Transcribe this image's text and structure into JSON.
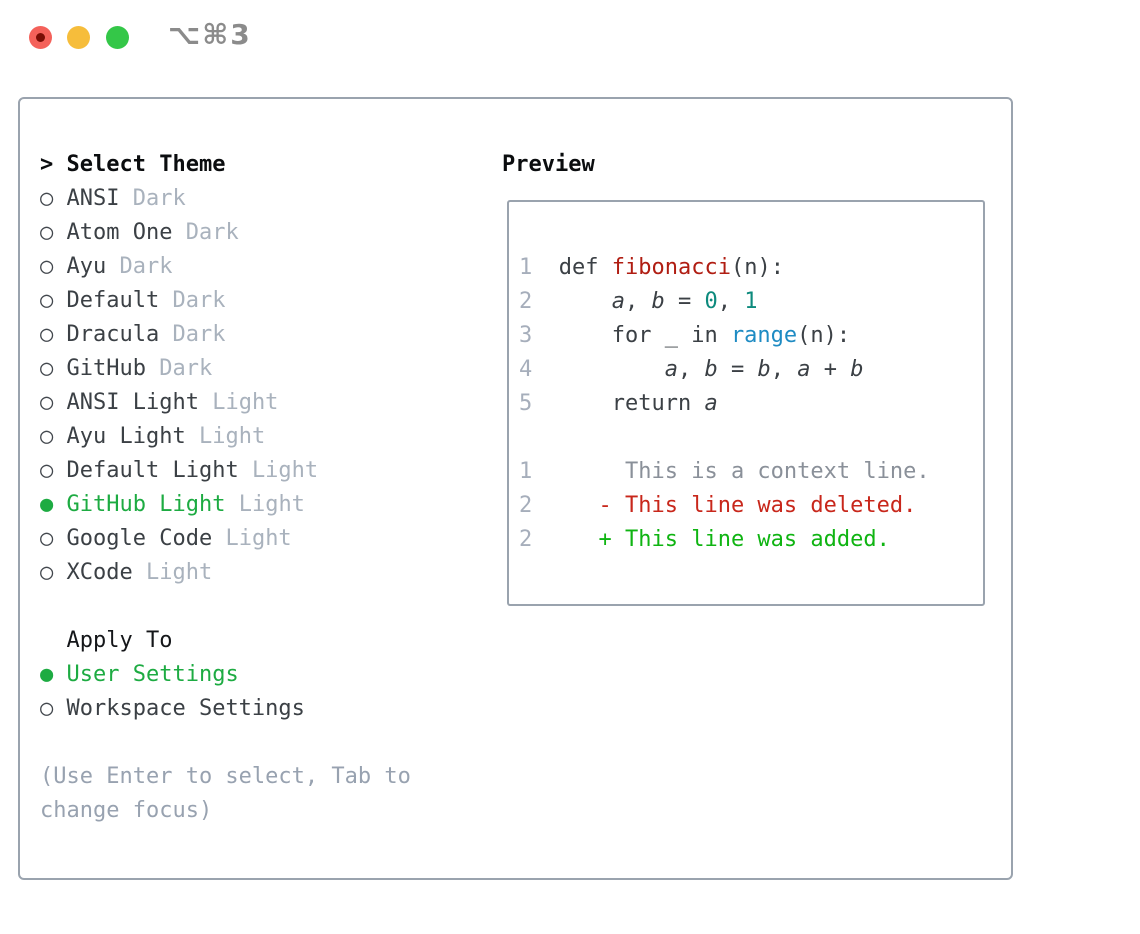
{
  "window": {
    "title": "⌥⌘3",
    "traffic_lights": [
      "close",
      "minimize",
      "zoom"
    ]
  },
  "icons": {
    "radio_unselected": "○",
    "radio_selected": "●",
    "focus_caret": ">"
  },
  "theme_panel": {
    "header_prefix": ">",
    "header": "Select Theme",
    "themes": [
      {
        "name": "ANSI",
        "variant": "Dark",
        "selected": false
      },
      {
        "name": "Atom One",
        "variant": "Dark",
        "selected": false
      },
      {
        "name": "Ayu",
        "variant": "Dark",
        "selected": false
      },
      {
        "name": "Default",
        "variant": "Dark",
        "selected": false
      },
      {
        "name": "Dracula",
        "variant": "Dark",
        "selected": false
      },
      {
        "name": "GitHub",
        "variant": "Dark",
        "selected": false
      },
      {
        "name": "ANSI Light",
        "variant": "Light",
        "selected": false
      },
      {
        "name": "Ayu Light",
        "variant": "Light",
        "selected": false
      },
      {
        "name": "Default Light",
        "variant": "Light",
        "selected": false
      },
      {
        "name": "GitHub Light",
        "variant": "Light",
        "selected": true
      },
      {
        "name": "Google Code",
        "variant": "Light",
        "selected": false
      },
      {
        "name": "XCode",
        "variant": "Light",
        "selected": false
      }
    ],
    "apply_header": "Apply To",
    "apply_options": [
      {
        "label": "User Settings",
        "selected": true
      },
      {
        "label": "Workspace Settings",
        "selected": false
      }
    ],
    "hint_lines": [
      "(Use Enter to select, Tab to",
      "change focus)"
    ]
  },
  "preview": {
    "header": "Preview",
    "code_lines": [
      {
        "num": "1",
        "tokens": [
          {
            "text": "def ",
            "style": "default"
          },
          {
            "text": "fibonacci",
            "style": "func"
          },
          {
            "text": "(n):",
            "style": "default"
          }
        ]
      },
      {
        "num": "2",
        "tokens": [
          {
            "text": "    ",
            "style": "default"
          },
          {
            "text": "a",
            "style": "var"
          },
          {
            "text": ", ",
            "style": "default"
          },
          {
            "text": "b",
            "style": "var"
          },
          {
            "text": " = ",
            "style": "default"
          },
          {
            "text": "0",
            "style": "num"
          },
          {
            "text": ", ",
            "style": "default"
          },
          {
            "text": "1",
            "style": "num"
          }
        ]
      },
      {
        "num": "3",
        "tokens": [
          {
            "text": "    for _ in ",
            "style": "default"
          },
          {
            "text": "range",
            "style": "builtin"
          },
          {
            "text": "(n):",
            "style": "default"
          }
        ]
      },
      {
        "num": "4",
        "tokens": [
          {
            "text": "        ",
            "style": "default"
          },
          {
            "text": "a",
            "style": "var"
          },
          {
            "text": ", ",
            "style": "default"
          },
          {
            "text": "b",
            "style": "var"
          },
          {
            "text": " = ",
            "style": "default"
          },
          {
            "text": "b",
            "style": "var"
          },
          {
            "text": ", ",
            "style": "default"
          },
          {
            "text": "a",
            "style": "var"
          },
          {
            "text": " + ",
            "style": "default"
          },
          {
            "text": "b",
            "style": "var"
          }
        ]
      },
      {
        "num": "5",
        "tokens": [
          {
            "text": "    return ",
            "style": "default"
          },
          {
            "text": "a",
            "style": "var"
          }
        ]
      }
    ],
    "diff_lines": [
      {
        "num": "1",
        "marker": " ",
        "text": "This is a context line.",
        "kind": "context"
      },
      {
        "num": "2",
        "marker": "-",
        "text": "This line was deleted.",
        "kind": "deleted"
      },
      {
        "num": "2",
        "marker": "+",
        "text": "This line was added.",
        "kind": "added"
      }
    ]
  },
  "colors": {
    "selected_green": "#1dab42",
    "added_green": "#0fb412",
    "deleted_red": "#c8271b",
    "context_gray": "#8a9099",
    "function_red": "#b01d12",
    "builtin_blue": "#1e8bc3",
    "number_teal": "#0d8a7d",
    "line_number_gray": "#a6aebb",
    "variant_gray": "#a9b2bd",
    "text_dark": "#3b4045",
    "hint_gray": "#98a2b0",
    "panel_border": "#9aa3ae",
    "title_gray": "#8b8b8b",
    "traffic_red": "#f4615a",
    "traffic_yellow": "#f6bd3b",
    "traffic_green": "#34c748"
  }
}
